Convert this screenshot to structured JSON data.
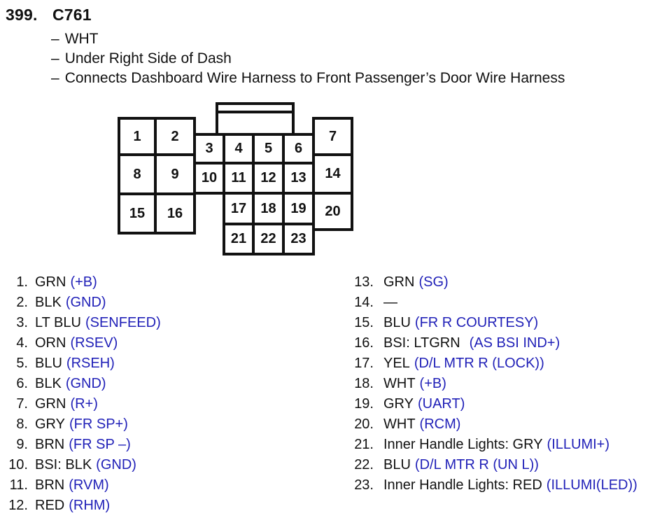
{
  "header": {
    "item_number": "399.",
    "connector_id": "C761"
  },
  "notes": {
    "dash": "–",
    "items": [
      "WHT",
      "Under Right Side of Dash",
      "Connects Dashboard Wire Harness to Front Passenger’s Door Wire Harness"
    ]
  },
  "diagram": {
    "description": "23-pin connector cavity view",
    "pins": [
      "1",
      "2",
      "3",
      "4",
      "5",
      "6",
      "7",
      "8",
      "9",
      "10",
      "11",
      "12",
      "13",
      "14",
      "15",
      "16",
      "17",
      "18",
      "19",
      "20",
      "21",
      "22",
      "23"
    ]
  },
  "pin_list": {
    "left": [
      {
        "num": "1.",
        "label": "GRN",
        "signal": "(+B)"
      },
      {
        "num": "2.",
        "label": "BLK",
        "signal": "(GND)"
      },
      {
        "num": "3.",
        "label": "LT BLU",
        "signal": "(SENFEED)"
      },
      {
        "num": "4.",
        "label": "ORN",
        "signal": "(RSEV)"
      },
      {
        "num": "5.",
        "label": "BLU",
        "signal": "(RSEH)"
      },
      {
        "num": "6.",
        "label": "BLK",
        "signal": "(GND)"
      },
      {
        "num": "7.",
        "label": "GRN",
        "signal": "(R+)"
      },
      {
        "num": "8.",
        "label": "GRY",
        "signal": "(FR SP+)"
      },
      {
        "num": "9.",
        "label": "BRN",
        "signal": "(FR SP –)"
      },
      {
        "num": "10.",
        "label": "BSI: BLK",
        "signal": "(GND)"
      },
      {
        "num": "11.",
        "label": "BRN",
        "signal": "(RVM)"
      },
      {
        "num": "12.",
        "label": "RED",
        "signal": "(RHM)"
      }
    ],
    "right": [
      {
        "num": "13.",
        "label": "GRN",
        "signal": "(SG)"
      },
      {
        "num": "14.",
        "label": "—",
        "signal": ""
      },
      {
        "num": "15.",
        "label": "BLU",
        "signal": "(FR R COURTESY)"
      },
      {
        "num": "16.",
        "label": "BSI: LTGRN",
        "signal": "(AS BSI IND+)",
        "wide": true
      },
      {
        "num": "17.",
        "label": "YEL",
        "signal": "(D/L MTR R (LOCK))"
      },
      {
        "num": "18.",
        "label": "WHT",
        "signal": "(+B)"
      },
      {
        "num": "19.",
        "label": "GRY",
        "signal": "(UART)"
      },
      {
        "num": "20.",
        "label": "WHT",
        "signal": "(RCM)"
      },
      {
        "num": "21.",
        "label": "Inner Handle Lights: GRY",
        "signal": "(ILLUMI+)"
      },
      {
        "num": "22.",
        "label": "BLU",
        "signal": "(D/L MTR R (UN L))"
      },
      {
        "num": "23.",
        "label": "Inner Handle Lights: RED",
        "signal": "(ILLUMI(LED))"
      }
    ]
  },
  "colors": {
    "ink": "#111111",
    "signal_blue": "#2121b8"
  }
}
